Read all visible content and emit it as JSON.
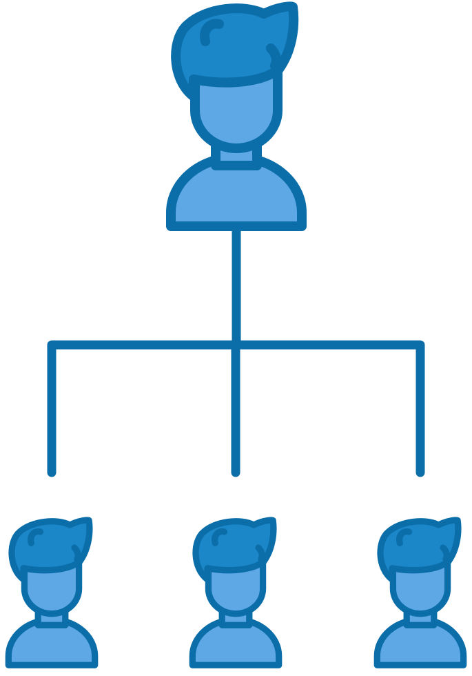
{
  "diagram": {
    "colors": {
      "stroke": "#0B6EA9",
      "fill": "#5FA8E6",
      "hair": "#1B86C8",
      "background": "#FFFFFF"
    },
    "nodes": [
      {
        "id": "top-person",
        "icon": "person-icon"
      },
      {
        "id": "child-person-left",
        "icon": "person-icon"
      },
      {
        "id": "child-person-middle",
        "icon": "person-icon"
      },
      {
        "id": "child-person-right",
        "icon": "person-icon"
      }
    ],
    "edges": [
      {
        "from": "top-person",
        "to": "child-person-left"
      },
      {
        "from": "top-person",
        "to": "child-person-middle"
      },
      {
        "from": "top-person",
        "to": "child-person-right"
      }
    ]
  }
}
